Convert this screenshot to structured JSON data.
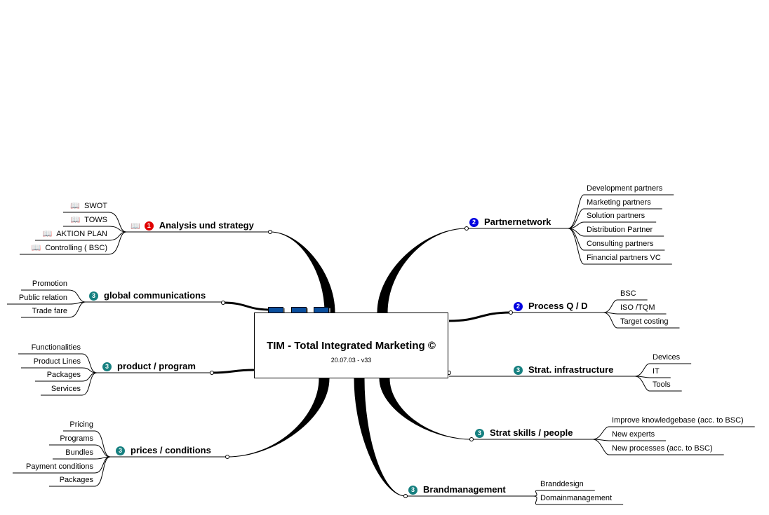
{
  "center": {
    "title": "TIM - Total Integrated Marketing ©",
    "subtitle": "20.07.03 - v33"
  },
  "colors": {
    "badge_1": "#e00000",
    "badge_2": "#0000e0",
    "badge_3": "#168080",
    "tabs": "#0a4f9e"
  },
  "branches": [
    {
      "label": "Analysis und strategy",
      "priority": "1",
      "icon": "book-icon",
      "children": [
        "SWOT",
        "TOWS",
        "AKTION PLAN",
        "Controlling ( BSC)"
      ],
      "child_icon": "book-icon"
    },
    {
      "label": "global communications",
      "priority": "3",
      "children": [
        "Promotion",
        "Public relation",
        "Trade fare"
      ]
    },
    {
      "label": "product / program",
      "priority": "3",
      "children": [
        "Functionalities",
        "Product Lines",
        "Packages",
        "Services"
      ]
    },
    {
      "label": "prices / conditions",
      "priority": "3",
      "children": [
        "Pricing",
        "Programs",
        "Bundles",
        "Payment conditions",
        "Packages"
      ]
    },
    {
      "label": "Partnernetwork",
      "priority": "2",
      "children": [
        "Development partners",
        "Marketing partners",
        "Solution partners",
        "Distribution Partner",
        "Consulting partners",
        "Financial partners VC"
      ]
    },
    {
      "label": "Process Q / D",
      "priority": "2",
      "children": [
        "BSC",
        "ISO /TQM",
        "Target costing"
      ]
    },
    {
      "label": "Strat. infrastructure",
      "priority": "3",
      "children": [
        "Devices",
        "IT",
        "Tools"
      ]
    },
    {
      "label": "Strat skills  / people",
      "priority": "3",
      "children": [
        "Improve knowledgebase (acc. to BSC)",
        "New experts",
        "New processes (acc. to BSC)"
      ]
    },
    {
      "label": "Brandmanagement",
      "priority": "3",
      "children": [
        "Branddesign",
        "Domainmanagement"
      ]
    }
  ]
}
